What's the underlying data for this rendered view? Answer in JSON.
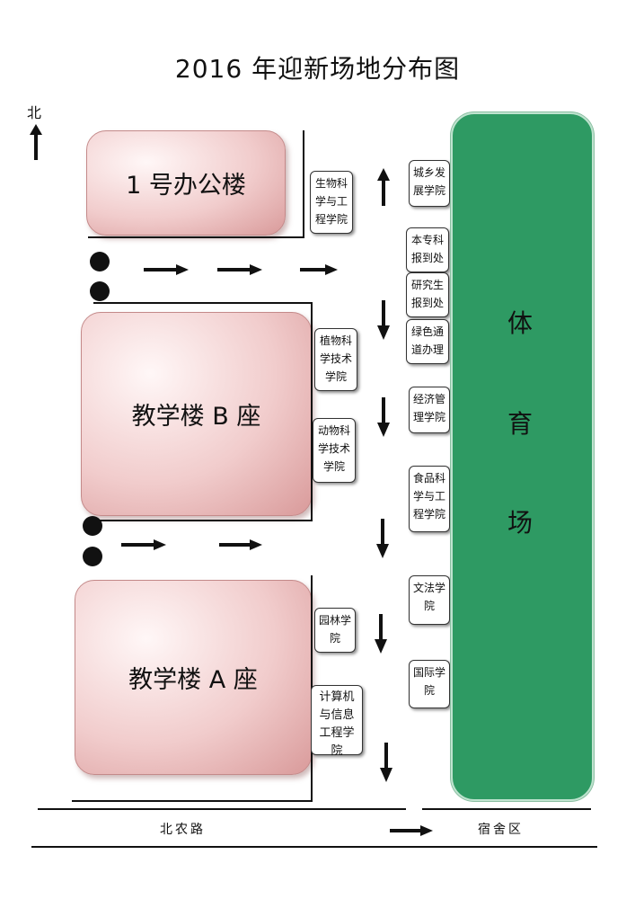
{
  "title": "2016 年迎新场地分布图",
  "north": "北",
  "buildings": {
    "office": "1 号办公楼",
    "teaching_b": "教学楼 B 座",
    "teaching_a": "教学楼 A 座"
  },
  "stadium": {
    "chars": [
      "体",
      "育",
      "场"
    ]
  },
  "west_signs": {
    "bio": "生物科学与工程学院",
    "plant": "植物科学技术学院",
    "animal": "动物科学技术学院",
    "garden": "园林学院",
    "computer": "计算机与信息工程学院"
  },
  "east_signs": {
    "urban": "城乡发展学院",
    "undergrad": "本专科报到处",
    "graduate": "研究生报到处",
    "green": "绿色通道办理",
    "econ": "经济管理学院",
    "food": "食品科学与工程学院",
    "law": "文法学院",
    "intl": "国际学院"
  },
  "roads": {
    "beinong": "北农路",
    "dorm": "宿舍区"
  },
  "colors": {
    "building_fill": "#f1cccc",
    "stadium_fill": "#2e9a63"
  },
  "icons": [
    "north-arrow-icon",
    "right-arrow-icon",
    "down-arrow-icon",
    "up-arrow-icon"
  ]
}
